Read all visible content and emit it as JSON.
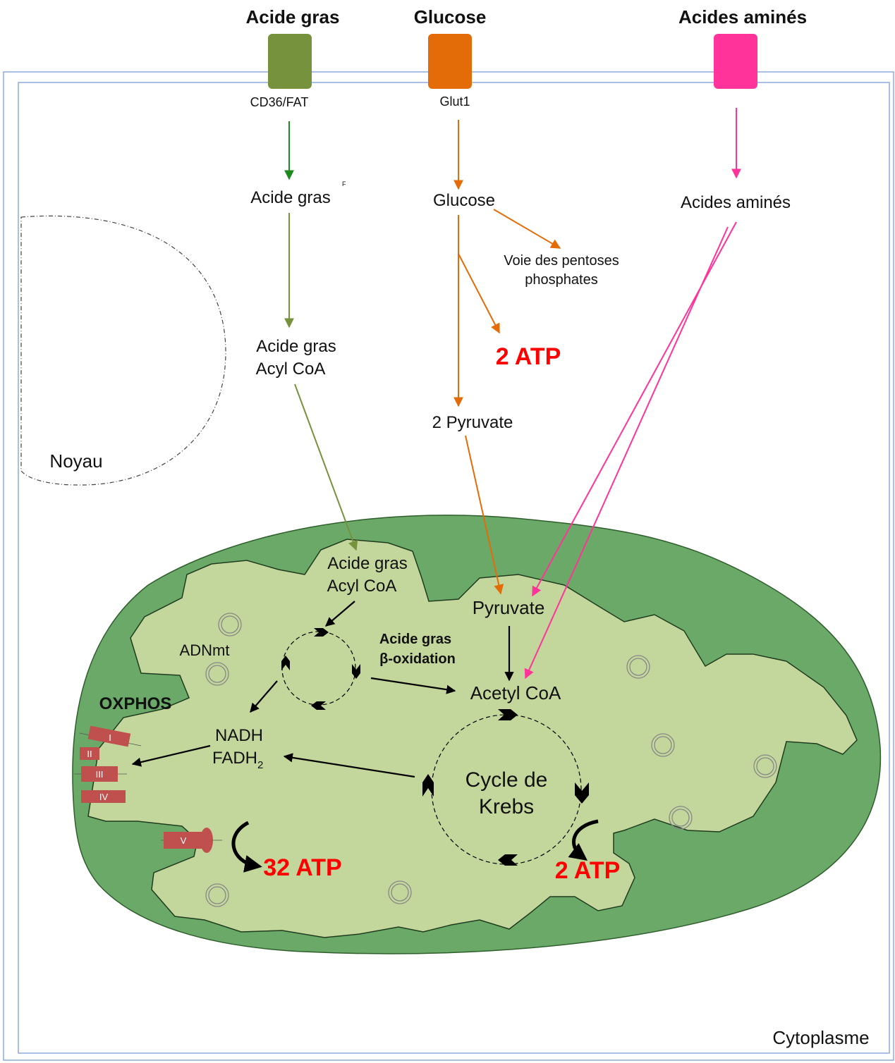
{
  "colors": {
    "fatty_acid": "#76923c",
    "fatty_acid_dark": "#1e8a1e",
    "glucose": "#e36c09",
    "amino_acid": "#ff3399",
    "mito_outer": "#6aa968",
    "mito_inner": "#c3d69b",
    "complex": "#c0504d",
    "atp": "#ff0000",
    "cell_border": "#8eaadb"
  },
  "inputs": {
    "fatty_acid": {
      "title": "Acide gras",
      "transporter": "CD36/FAT",
      "cytosol": "Acide gras",
      "superscript": "F",
      "activated_1": "Acide gras",
      "activated_2": "Acyl CoA"
    },
    "glucose": {
      "title": "Glucose",
      "transporter": "Glut1",
      "cytosol": "Glucose",
      "ppp_1": "Voie des pentoses",
      "ppp_2": "phosphates",
      "glycolysis_atp": "2 ATP",
      "pyruvate": "2 Pyruvate"
    },
    "amino_acid": {
      "title": "Acides aminés",
      "cytosol": "Acides aminés"
    }
  },
  "cell": {
    "nucleus": "Noyau",
    "cytoplasm": "Cytoplasme"
  },
  "mitochondrion": {
    "fa_1": "Acide gras",
    "fa_2": "Acyl CoA",
    "mtdna": "ADNmt",
    "beta_1": "Acide gras",
    "beta_2": "β-oxidation",
    "pyruvate": "Pyruvate",
    "acetyl_coa": "Acetyl CoA",
    "oxphos": "OXPHOS",
    "nadh": "NADH",
    "fadh": "FADH",
    "fadh_sub": "2",
    "krebs_1": "Cycle de",
    "krebs_2": "Krebs",
    "oxphos_atp": "32 ATP",
    "krebs_atp": "2 ATP",
    "complexes": [
      "I",
      "II",
      "III",
      "IV",
      "V"
    ]
  }
}
